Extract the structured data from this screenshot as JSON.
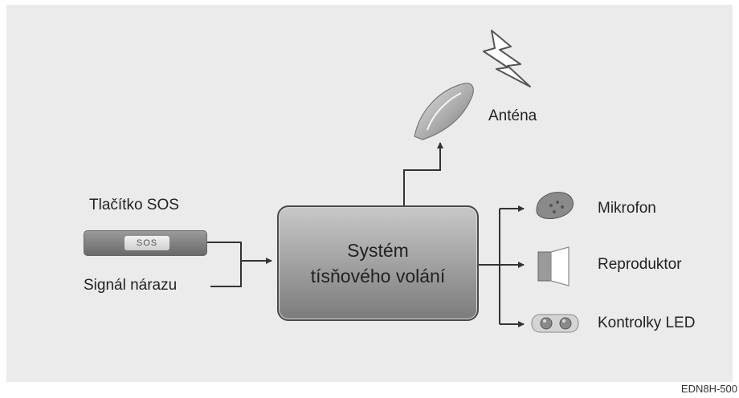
{
  "diagram": {
    "system_box": {
      "line1": "Systém",
      "line2": "tísňového volání"
    },
    "inputs": {
      "sos_button_label": "Tlačítko SOS",
      "sos_button_face": "SOS",
      "crash_signal_label": "Signál nárazu"
    },
    "antenna_label": "Anténa",
    "outputs": {
      "microphone_label": "Mikrofon",
      "speaker_label": "Reproduktor",
      "led_label": "Kontrolky LED"
    },
    "figure_code": "EDN8H-500",
    "colors": {
      "panel": "#ebebeb",
      "wire": "#333333",
      "box_fill": "#9e9e9e"
    }
  }
}
